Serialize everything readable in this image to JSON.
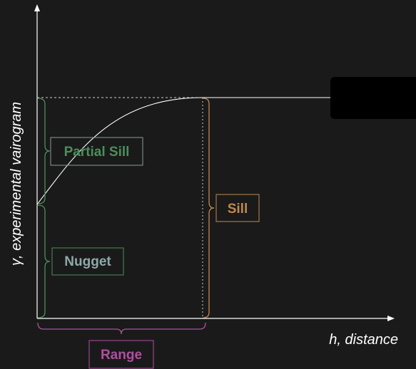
{
  "axes": {
    "y_label": "γ, experimental vairogram",
    "x_label": "h, distance"
  },
  "labels": {
    "partial_sill": "Partial Sill",
    "nugget": "Nugget",
    "sill": "Sill",
    "range": "Range"
  },
  "colors": {
    "background": "#1a1a1a",
    "axis": "#ffffff",
    "curve": "#ffffff",
    "partial_sill": "#4a8f5c",
    "nugget": "#4a8f5c",
    "nugget_text": "#8fa8a8",
    "sill": "#c08850",
    "range": "#b04fa0",
    "legend_box": "#000000"
  }
}
